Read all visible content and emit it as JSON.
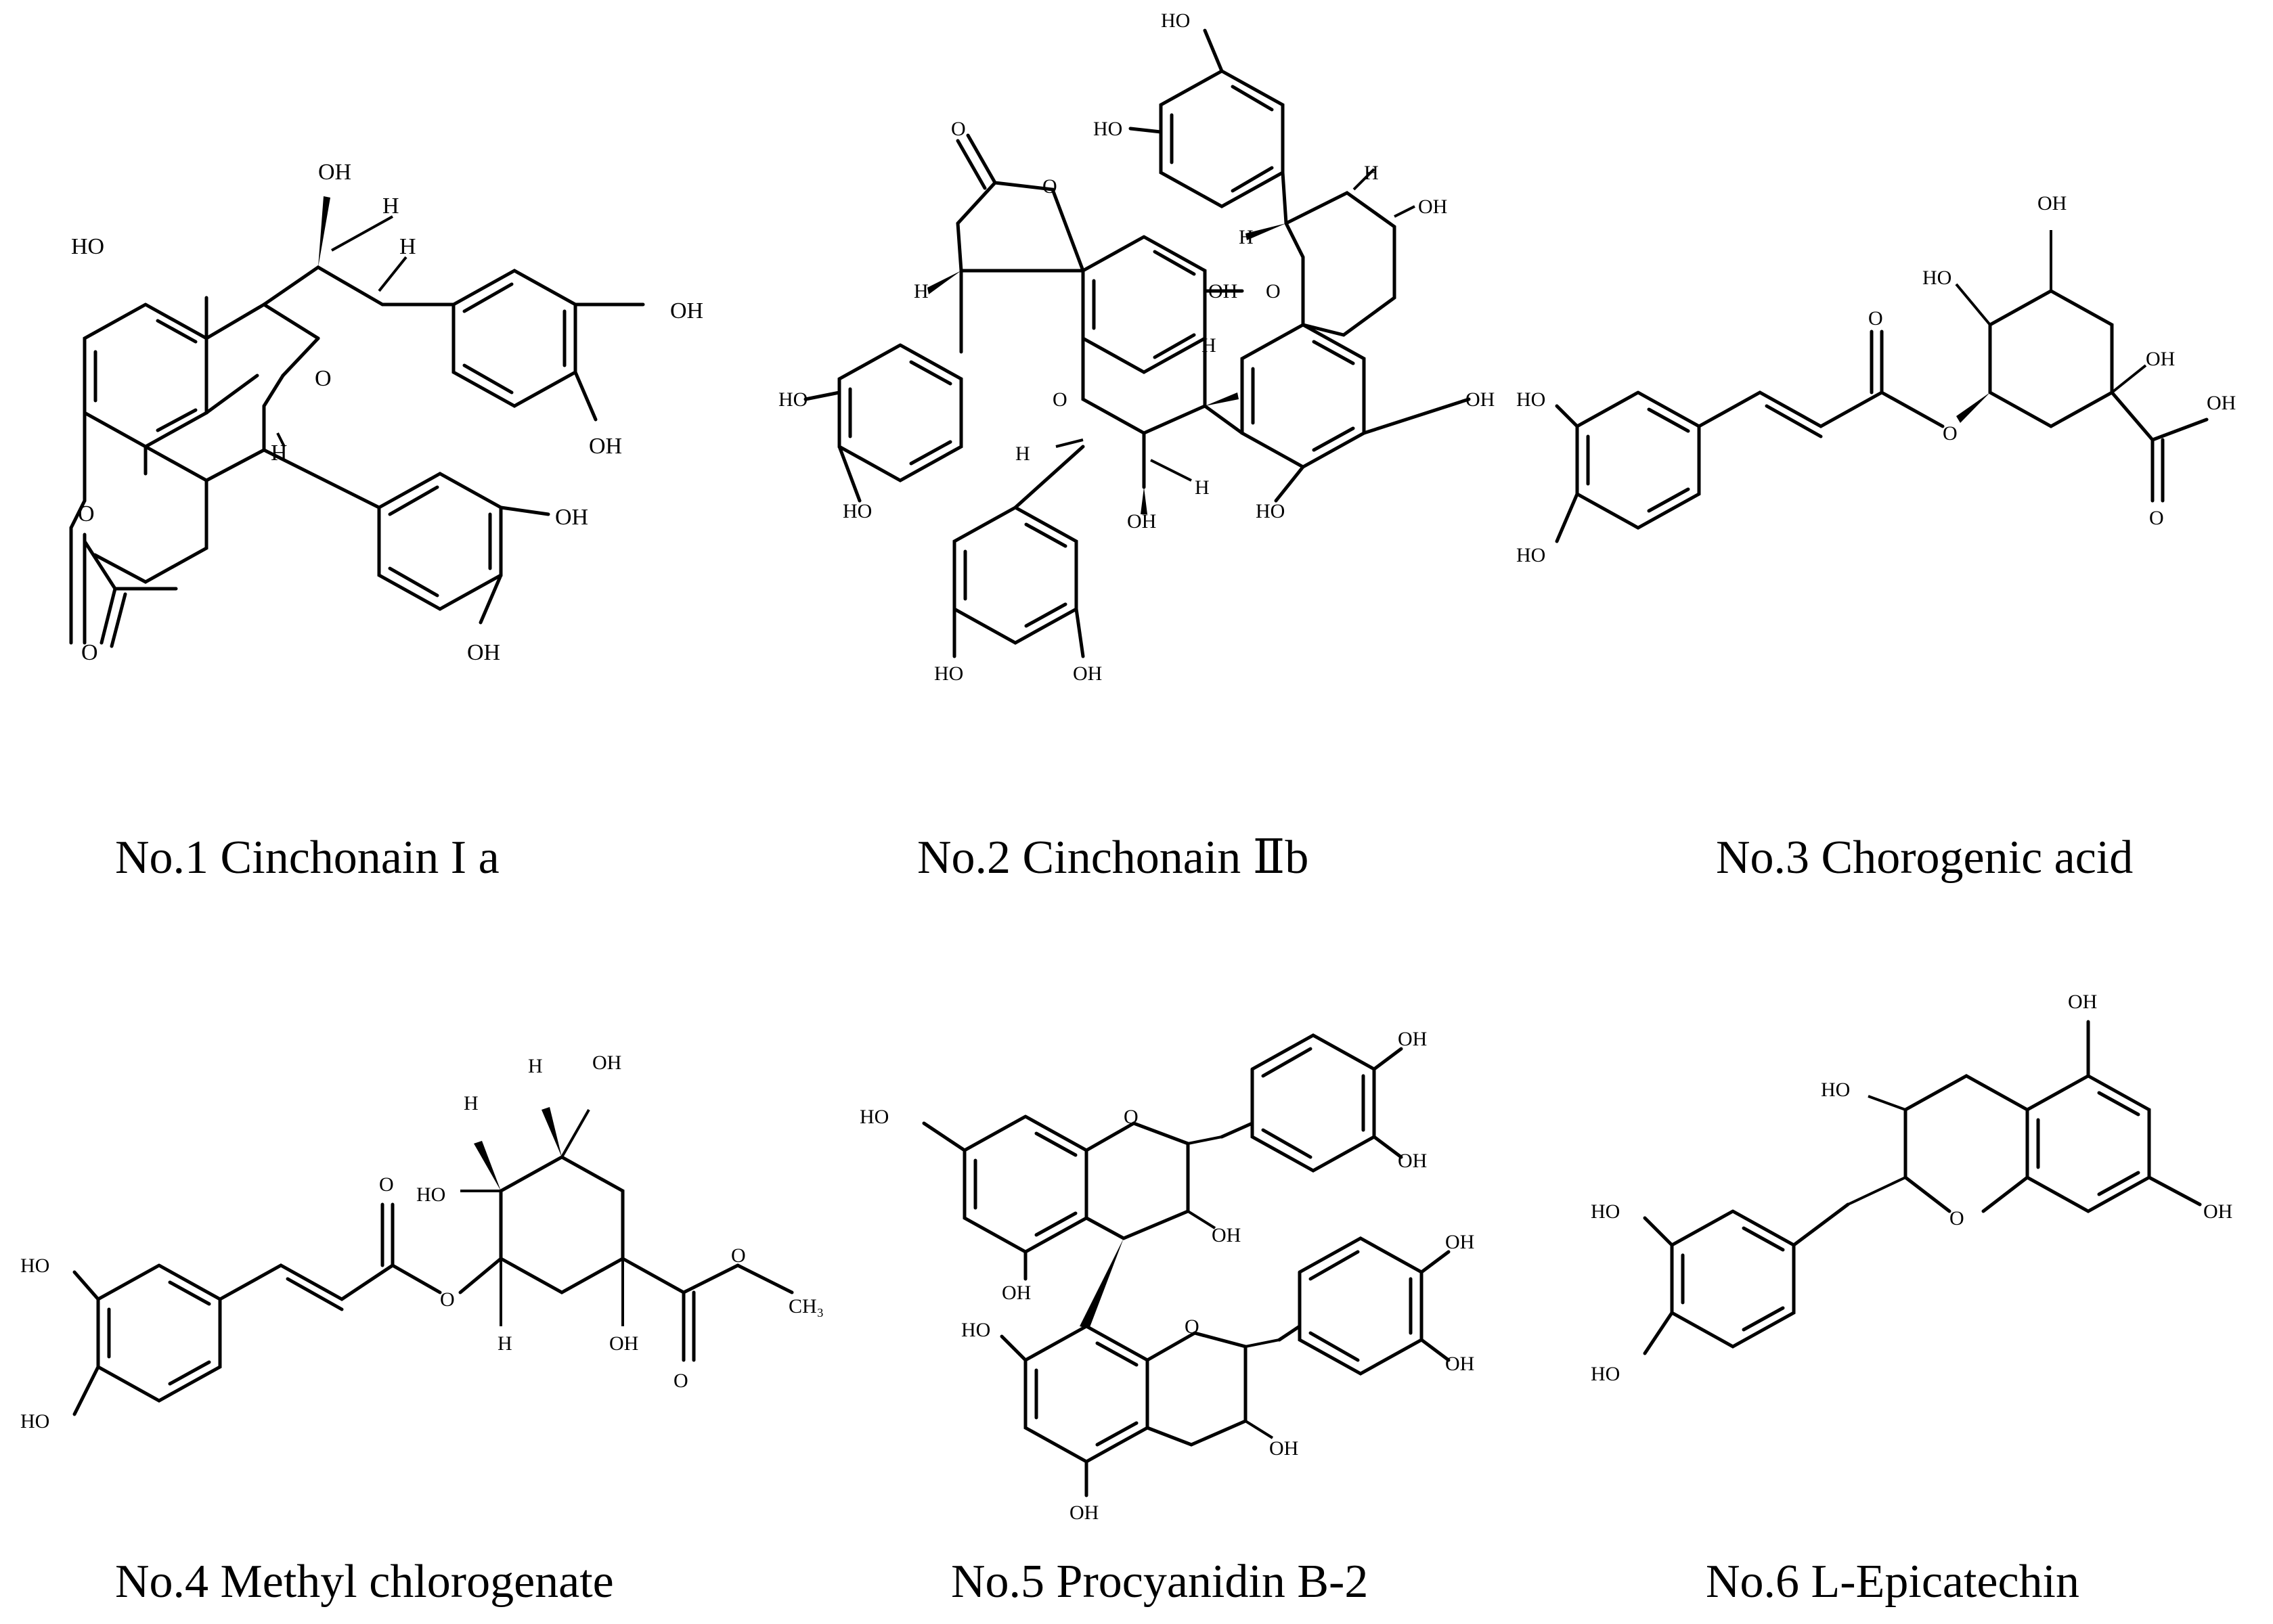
{
  "captions": {
    "c1": "No.1 Cinchonain I a",
    "c2": "No.2 Cinchonain  Ⅱb",
    "c3": "No.3 Chorogenic acid",
    "c4": "No.4 Methyl chlorogenate",
    "c5": "No.5 Procyanidin B-2",
    "c6": "No.6 L-Epicatechin"
  },
  "atoms": {
    "oh": "OH",
    "ho": "HO",
    "o": "O",
    "h": "H",
    "ch3": "CH₃"
  }
}
